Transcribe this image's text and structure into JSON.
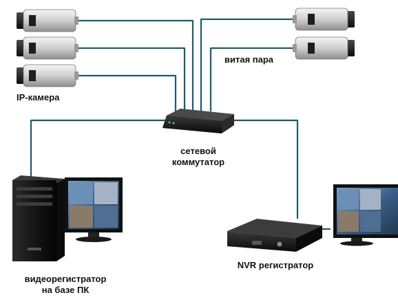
{
  "labels": {
    "ip_camera": "IP-камера",
    "twisted_pair": "витая пара",
    "switch_line1": "сетевой",
    "switch_line2": "коммутатор",
    "pc_dvr_line1": "видеорегистратор",
    "pc_dvr_line2": "на базе ПК",
    "nvr": "NVR регистратор"
  },
  "colors": {
    "cable": "#1b5a6e",
    "device_dark": "#1a1a1a",
    "camera_body": "#d8d8d8",
    "monitor_screen": "#3a5f8a",
    "label_text": "#111111"
  },
  "icons": [
    "ip-camera-icon",
    "network-switch-icon",
    "pc-tower-icon",
    "monitor-icon",
    "nvr-recorder-icon"
  ]
}
